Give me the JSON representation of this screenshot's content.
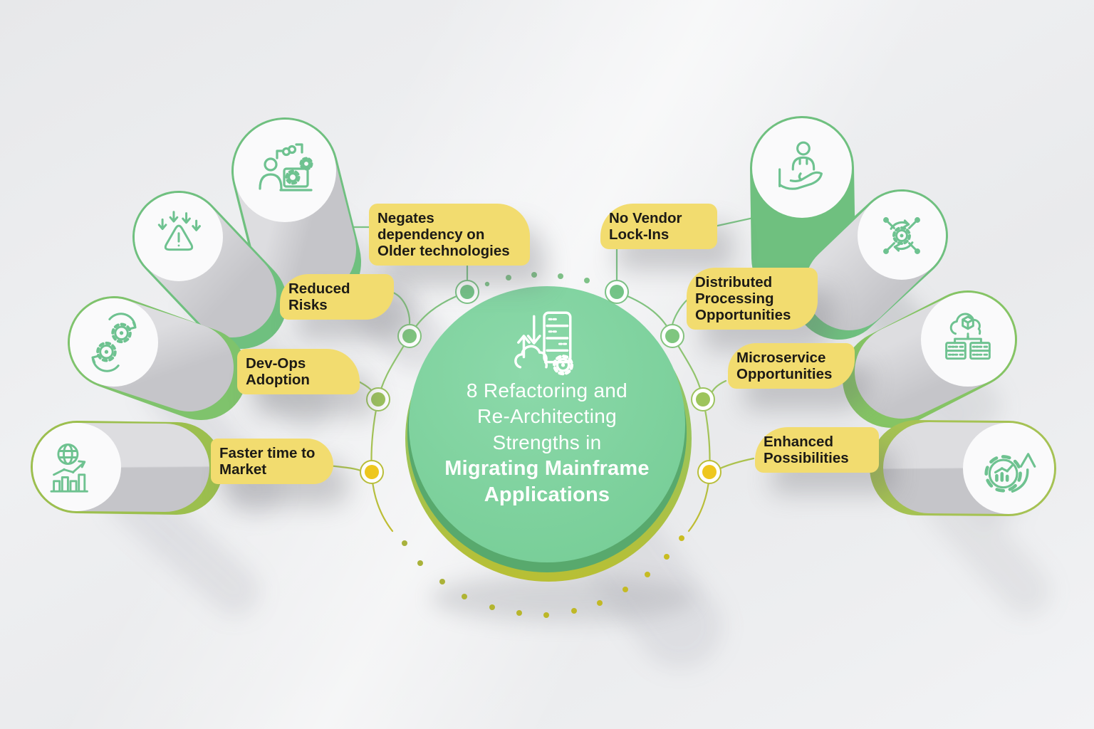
{
  "title": {
    "lines_regular": [
      "8 Refactoring and",
      "Re-Architecting",
      "Strengths in"
    ],
    "lines_bold": [
      "Migrating Mainframe",
      "Applications"
    ]
  },
  "center_icon": "cloud-server-migration-icon",
  "branches": {
    "left": [
      {
        "label": "Negates dependency on Older technologies",
        "icon": "person-laptop-gears-link-icon"
      },
      {
        "label": "Reduced Risks",
        "icon": "warning-triangle-arrows-icon"
      },
      {
        "label": "Dev-Ops Adoption",
        "icon": "devops-gears-loop-icon"
      },
      {
        "label": "Faster time to Market",
        "icon": "globe-growth-chart-icon"
      }
    ],
    "right": [
      {
        "label": "No Vendor Lock-Ins",
        "icon": "hand-holding-user-icon"
      },
      {
        "label": "Distributed Processing Opportunities",
        "icon": "gear-network-nodes-icon"
      },
      {
        "label": "Microservice Opportunities",
        "icon": "cloud-cube-servers-icon"
      },
      {
        "label": "Enhanced Possibilities",
        "icon": "gear-chart-growth-arrow-icon"
      }
    ]
  },
  "colors": {
    "background": "#ECEDEF",
    "center_circle_face": "#7ED29D",
    "center_circle_side": "#58A96D",
    "center_ring_top": "#80C87E",
    "center_ring_bottom": "#B9BF33",
    "label_background": "#F2DC6F",
    "label_text": "#1D1B16",
    "icon_stroke": "#6EC290",
    "line_green": "#7CC285",
    "line_olive": "#ACC24D",
    "node_green": "#74C487",
    "node_olive": "#9DC45C",
    "node_yellow": "#EEC71E",
    "center_text": "#FFFFFF"
  }
}
